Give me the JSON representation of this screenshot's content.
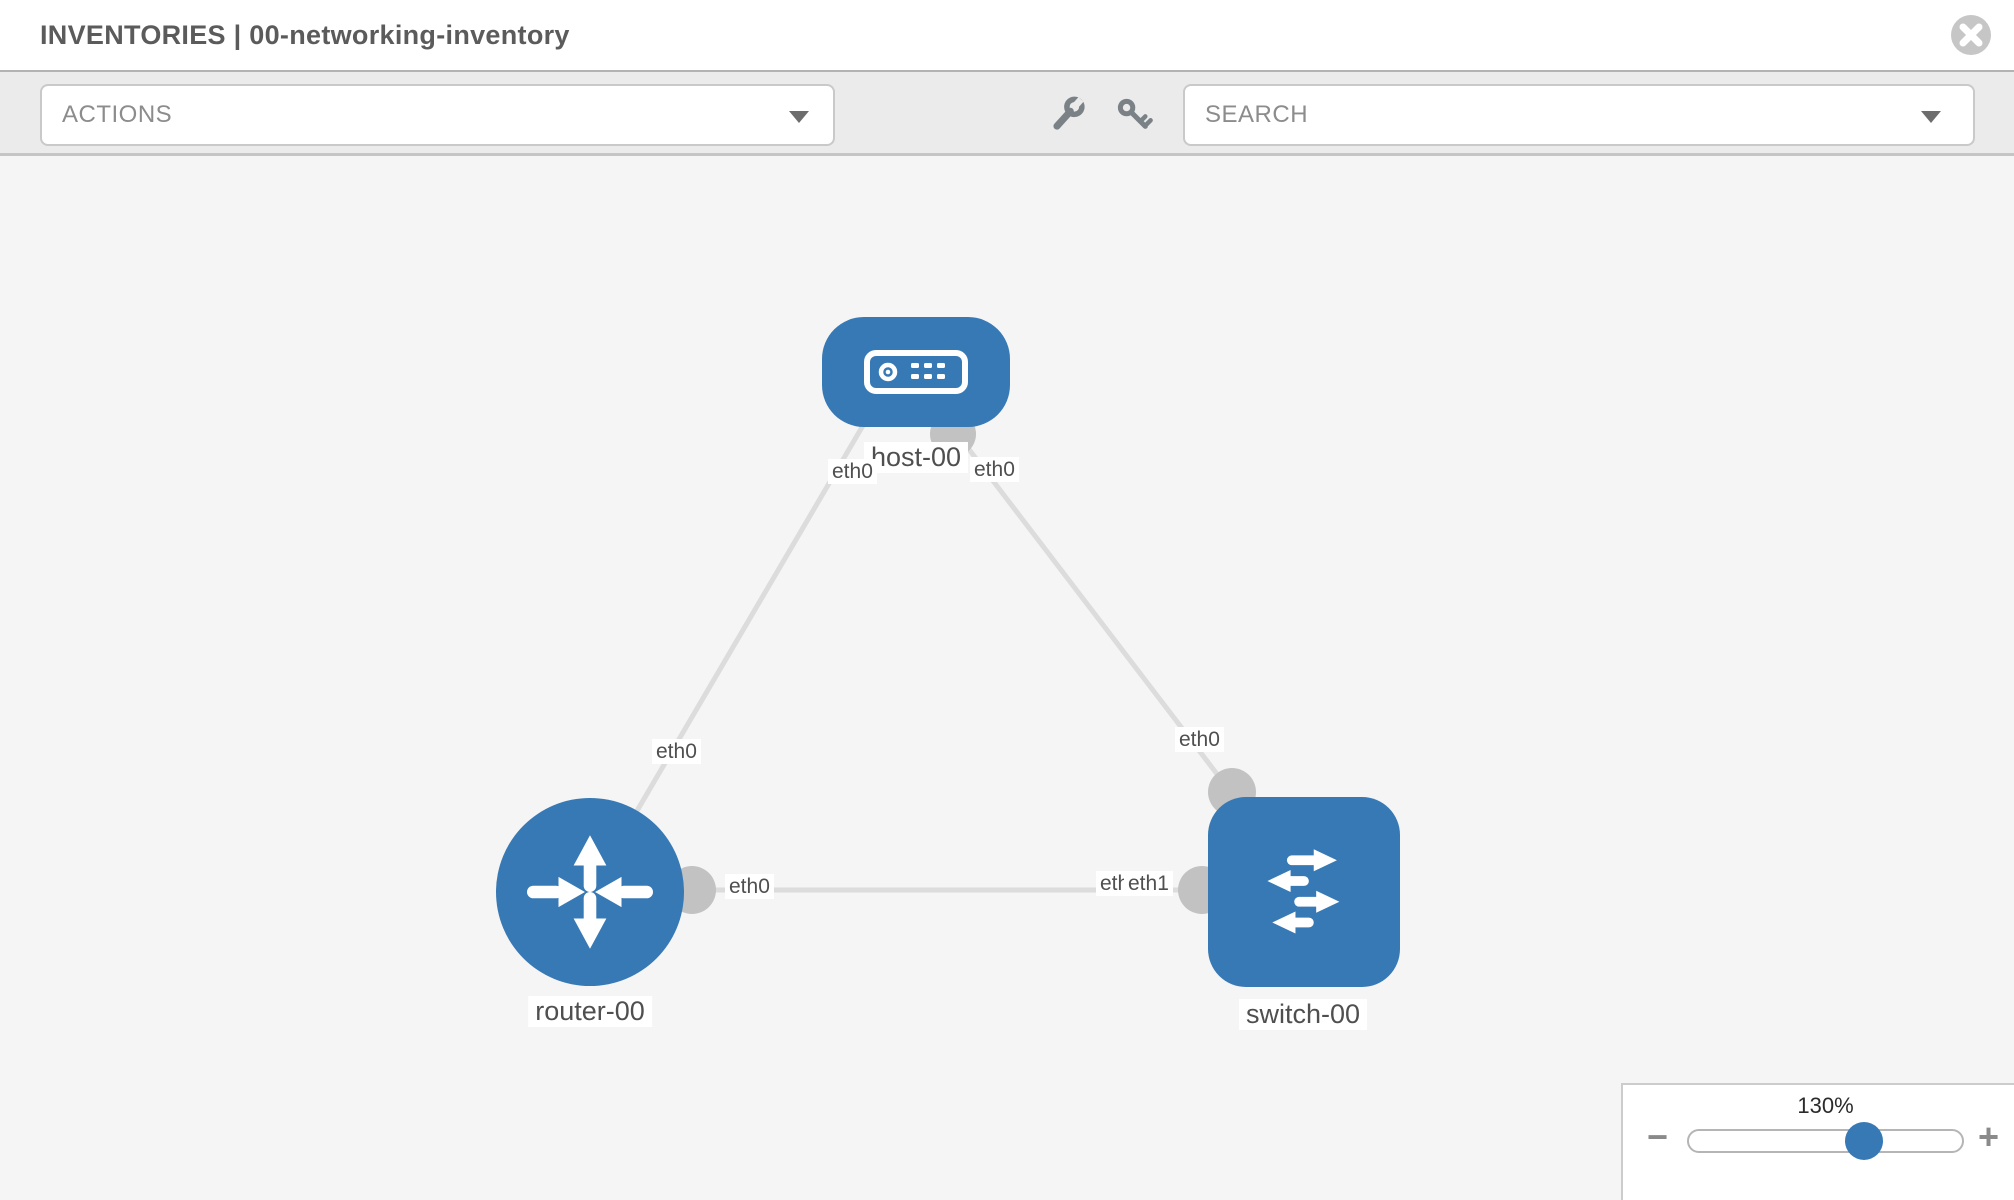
{
  "header": {
    "title": "INVENTORIES | 00-networking-inventory"
  },
  "toolbar": {
    "actions_label": "ACTIONS",
    "search_label": "SEARCH",
    "wrench_icon": "wrench-icon",
    "key_icon": "key-icon"
  },
  "topology": {
    "nodes": [
      {
        "id": "host-00",
        "type": "host",
        "label": "host-00"
      },
      {
        "id": "router-00",
        "type": "router",
        "label": "router-00"
      },
      {
        "id": "switch-00",
        "type": "switch",
        "label": "switch-00"
      }
    ],
    "links": [
      {
        "from": "host-00",
        "from_interface": "eth0",
        "to": "router-00",
        "to_interface": "eth0"
      },
      {
        "from": "host-00",
        "from_interface": "eth0",
        "to": "switch-00",
        "to_interface": "eth0"
      },
      {
        "from": "router-00",
        "from_interface": "eth0",
        "to": "switch-00",
        "to_interface": "eth1"
      }
    ],
    "interfaces": {
      "host_left": "eth0",
      "host_right": "eth0",
      "router_top": "eth0",
      "router_right": "eth0",
      "switch_top": "eth0",
      "switch_left_under": "eth0",
      "switch_left_over": "eth1"
    }
  },
  "zoom_control": {
    "level": "130%",
    "zoom_out_glyph": "−",
    "zoom_in_glyph": "+"
  },
  "colors": {
    "node_blue": "#3779b5",
    "edge_gray": "#dcdcdc",
    "connector_dot_gray": "#c2c2c2",
    "toolbar_bg": "#ebebeb",
    "canvas_bg": "#f5f5f5",
    "title_text": "#5b5b5b",
    "placeholder_text": "#8c8c8c"
  }
}
